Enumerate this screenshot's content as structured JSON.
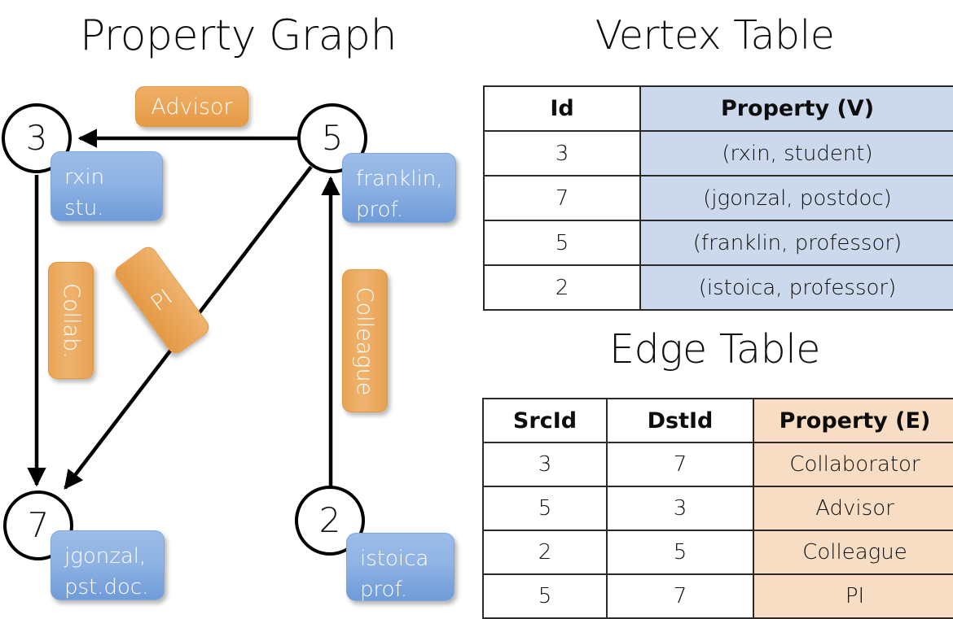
{
  "titles": {
    "property_graph": "Property Graph",
    "vertex_table": "Vertex Table",
    "edge_table": "Edge Table"
  },
  "colors": {
    "vertex_property_fill": "#ccd9ed",
    "edge_property_fill": "#f7ddc3",
    "node_property_box": "#8fb3e4",
    "edge_label_box": "#eaa455",
    "stroke": "#000000"
  },
  "graph": {
    "nodes": [
      {
        "id": "3",
        "property_line1": "rxin",
        "property_line2": "stu."
      },
      {
        "id": "5",
        "property_line1": "franklin,",
        "property_line2": "prof."
      },
      {
        "id": "7",
        "property_line1": "jgonzal,",
        "property_line2": "pst.doc."
      },
      {
        "id": "2",
        "property_line1": "istoica",
        "property_line2": "prof."
      }
    ],
    "edge_labels": [
      {
        "name": "advisor",
        "label": "Advisor",
        "src": "5",
        "dst": "3"
      },
      {
        "name": "collab",
        "label": "Collab.",
        "src": "3",
        "dst": "7"
      },
      {
        "name": "pi",
        "label": "PI",
        "src": "5",
        "dst": "7"
      },
      {
        "name": "colleague",
        "label": "Colleague",
        "src": "2",
        "dst": "5"
      }
    ]
  },
  "vertex_table": {
    "headers": [
      "Id",
      "Property (V)"
    ],
    "rows": [
      {
        "id": "3",
        "property": "(rxin, student)"
      },
      {
        "id": "7",
        "property": "(jgonzal, postdoc)"
      },
      {
        "id": "5",
        "property": "(franklin, professor)"
      },
      {
        "id": "2",
        "property": "(istoica, professor)"
      }
    ]
  },
  "edge_table": {
    "headers": [
      "SrcId",
      "DstId",
      "Property (E)"
    ],
    "rows": [
      {
        "src": "3",
        "dst": "7",
        "property": "Collaborator"
      },
      {
        "src": "5",
        "dst": "3",
        "property": "Advisor"
      },
      {
        "src": "2",
        "dst": "5",
        "property": "Colleague"
      },
      {
        "src": "5",
        "dst": "7",
        "property": "PI"
      }
    ]
  }
}
